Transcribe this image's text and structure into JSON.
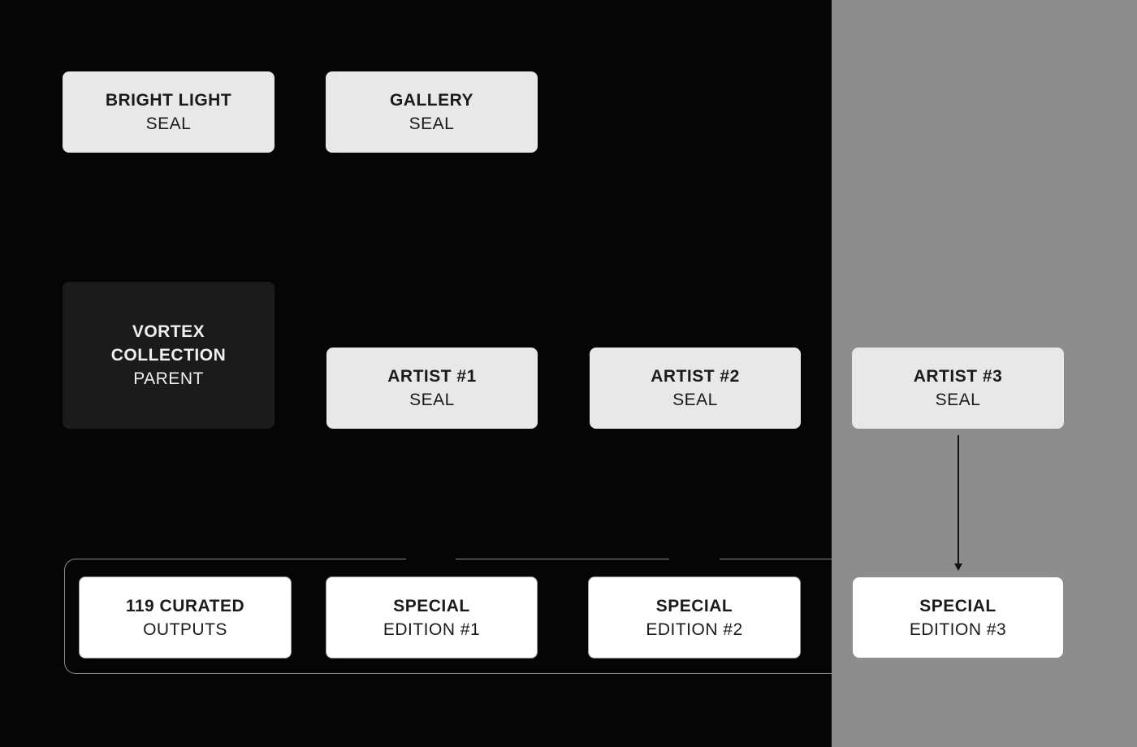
{
  "colors": {
    "background": "#050505",
    "gray_panel": "#8d8d8d",
    "light_node": "#e8e8e8",
    "white_node": "#ffffff",
    "dark_node": "#1b1b1b",
    "frame_line": "#8a8a8a"
  },
  "seals_top": [
    {
      "title": "BRIGHT LIGHT",
      "sub": "SEAL"
    },
    {
      "title": "GALLERY",
      "sub": "SEAL"
    }
  ],
  "parent": {
    "title_line1": "VORTEX",
    "title_line2": "COLLECTION",
    "sub": "PARENT"
  },
  "artists": [
    {
      "title": "ARTIST #1",
      "sub": "SEAL"
    },
    {
      "title": "ARTIST #2",
      "sub": "SEAL"
    },
    {
      "title": "ARTIST #3",
      "sub": "SEAL"
    }
  ],
  "outputs": [
    {
      "title": "119 CURATED",
      "sub": "OUTPUTS"
    },
    {
      "title": "SPECIAL",
      "sub": "EDITION #1"
    },
    {
      "title": "SPECIAL",
      "sub": "EDITION #2"
    },
    {
      "title": "SPECIAL",
      "sub": "EDITION #3"
    }
  ],
  "edges": [
    {
      "from": "ARTIST #3 SEAL",
      "to": "SPECIAL EDITION #3",
      "type": "arrow"
    }
  ]
}
